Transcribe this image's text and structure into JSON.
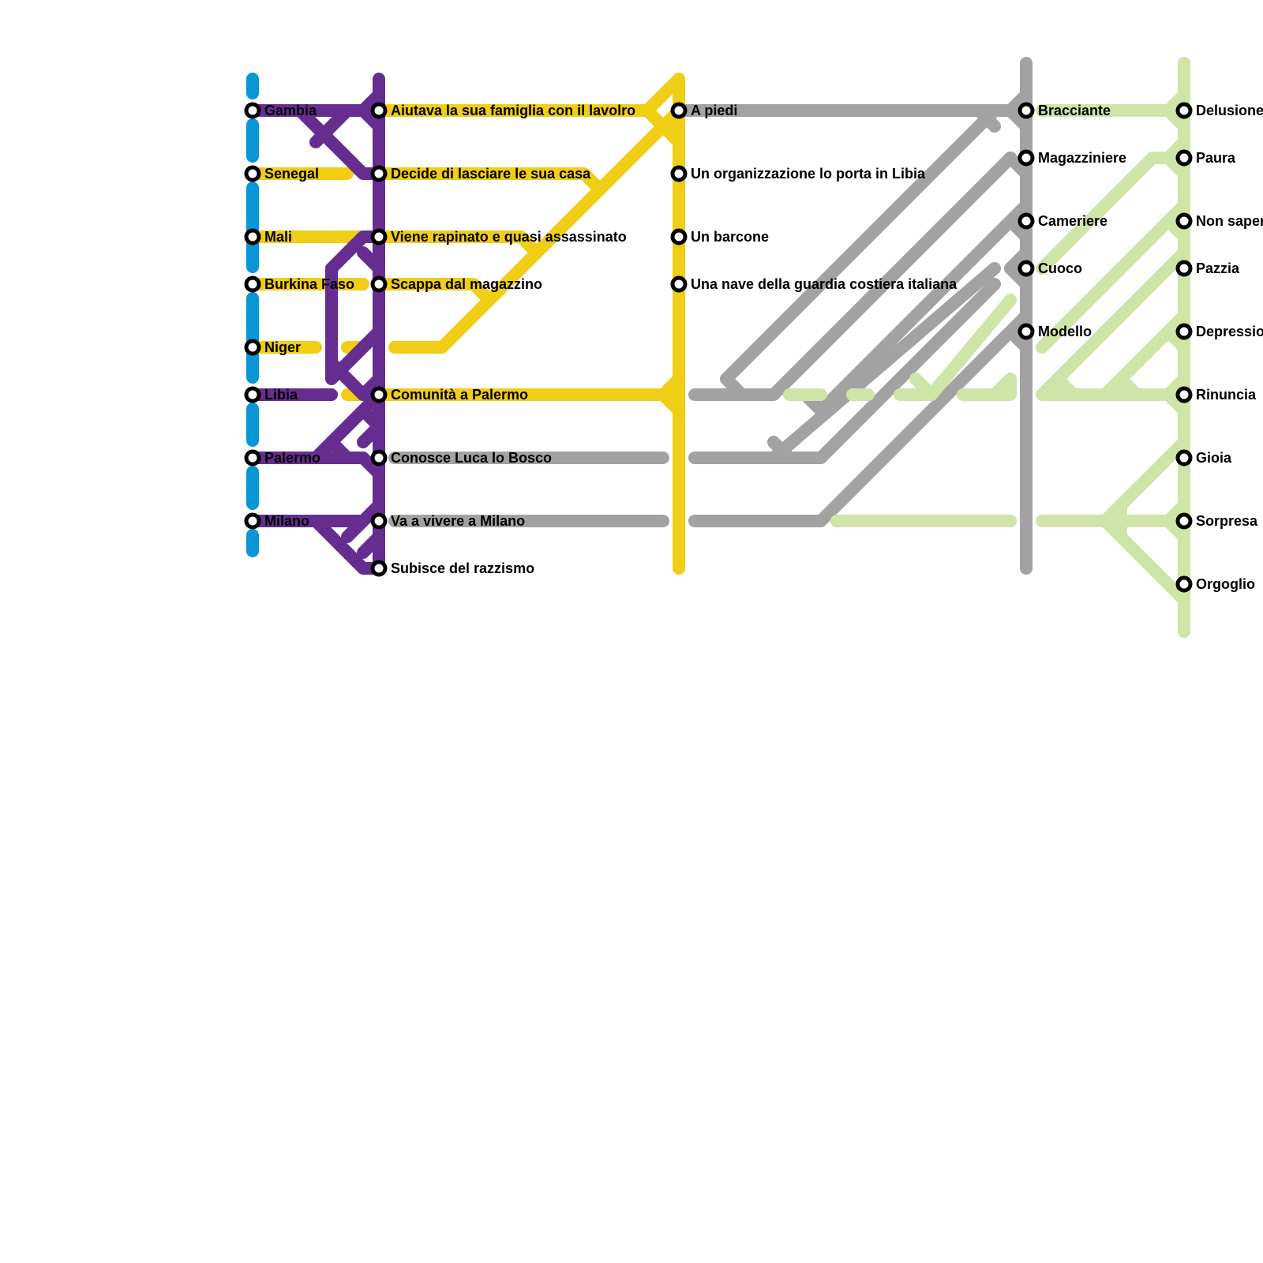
{
  "colors": {
    "blue": "#0796d6",
    "purple": "#662d91",
    "yellow": "#f0ce15",
    "gray": "#a2a2a2",
    "green": "#cfe4a7"
  },
  "columns": [
    {
      "id": "col1",
      "stations": [
        "Gambia",
        "Senegal",
        "Mali",
        "Burkina Faso",
        "Niger",
        "Libia",
        "Palermo",
        "Milano"
      ]
    },
    {
      "id": "col2",
      "stations": [
        "Aiutava la sua famiglia con il lavolro",
        "Decide di lasciare le sua casa",
        "Viene rapinato e quasi assassinato",
        "Scappa dal magazzino",
        "Comunità a Palermo",
        "Conosce Luca lo Bosco",
        "Va a vivere a Milano",
        "Subisce del razzismo"
      ]
    },
    {
      "id": "col3",
      "stations": [
        "A piedi",
        "Un organizzazione lo porta in Libia",
        "Un barcone",
        "Una nave della guardia costiera italiana"
      ]
    },
    {
      "id": "col4",
      "stations": [
        "Bracciante",
        "Magazziniere",
        "Cameriere",
        "Cuoco",
        "Modello"
      ]
    },
    {
      "id": "col5",
      "stations": [
        "Delusione",
        "Paura",
        "Non sapere",
        "Pazzia",
        "Depressione",
        "Rinuncia",
        "Gioia",
        "Sorpresa",
        "Orgoglio"
      ]
    }
  ]
}
